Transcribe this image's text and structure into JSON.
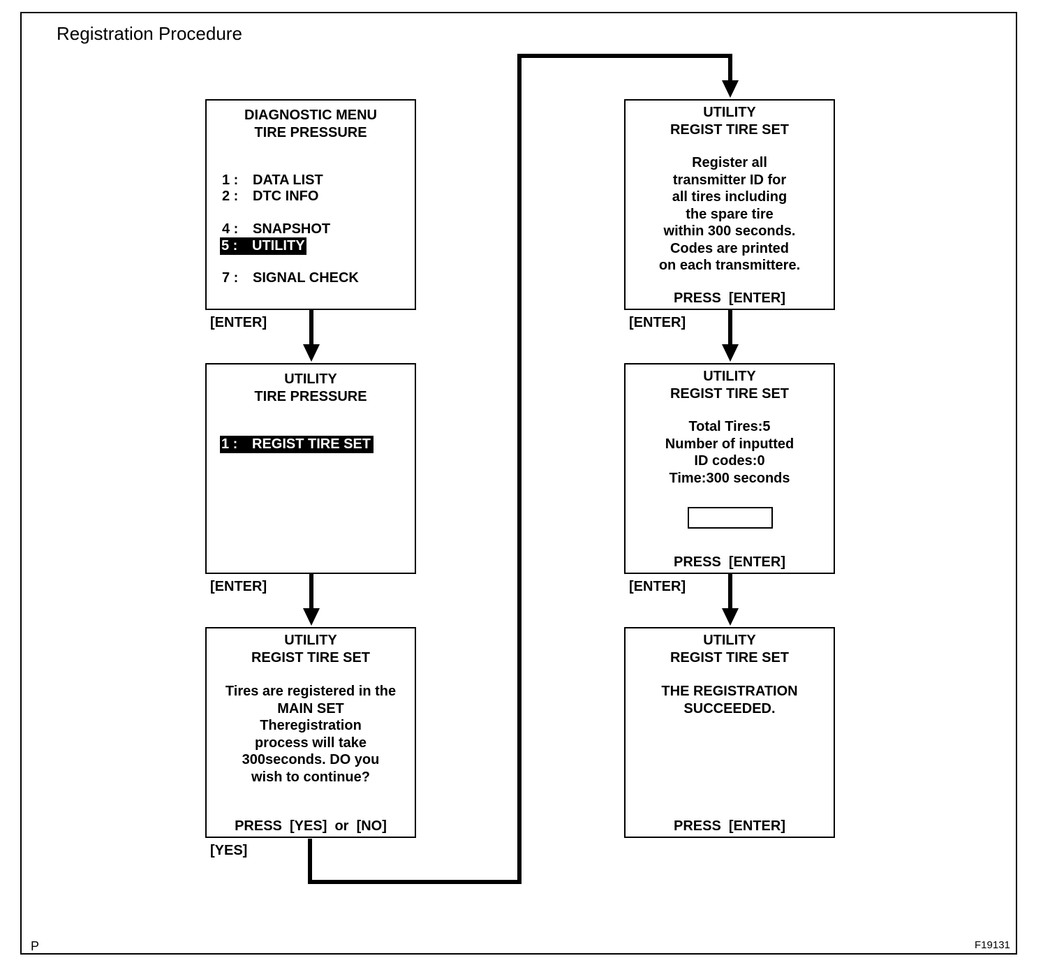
{
  "title": "Registration Procedure",
  "corner_left": "P",
  "corner_right": "F19131",
  "screens": {
    "diag_menu": {
      "header": [
        "DIAGNOSTIC MENU",
        "TIRE PRESSURE"
      ],
      "items": [
        {
          "num": "1 :",
          "label": "DATA LIST"
        },
        {
          "num": "2 :",
          "label": "DTC INFO"
        },
        {
          "num": "4 :",
          "label": "SNAPSHOT"
        },
        {
          "num": "5 :",
          "label": "UTILITY",
          "selected": true
        },
        {
          "num": "7 :",
          "label": "SIGNAL CHECK"
        }
      ]
    },
    "utility_menu": {
      "header": [
        "UTILITY",
        "TIRE PRESSURE"
      ],
      "items": [
        {
          "num": "1 :",
          "label": "REGIST TIRE SET",
          "selected": true
        }
      ]
    },
    "confirm": {
      "header": [
        "UTILITY",
        "REGIST TIRE SET"
      ],
      "body": [
        "Tires are registered in the",
        "MAIN SET",
        "Theregistration",
        "process will take",
        "300seconds. DO you",
        "wish to continue?"
      ],
      "footer": "PRESS  [YES]  or  [NO]"
    },
    "register_all": {
      "header": [
        "UTILITY",
        "REGIST TIRE SET"
      ],
      "body": [
        "Register all",
        "transmitter ID for",
        "all tires including",
        "the spare tire",
        "within 300 seconds.",
        "Codes are printed",
        "on each transmittere."
      ],
      "footer": "PRESS  [ENTER]"
    },
    "status": {
      "header": [
        "UTILITY",
        "REGIST TIRE SET"
      ],
      "body": [
        "Total Tires:5",
        "Number of inputted",
        "ID codes:0",
        "Time:300 seconds"
      ],
      "footer": "PRESS  [ENTER]"
    },
    "success": {
      "header": [
        "UTILITY",
        "REGIST TIRE SET"
      ],
      "body": [
        "THE REGISTRATION",
        "SUCCEEDED."
      ],
      "footer": "PRESS  [ENTER]"
    }
  },
  "key_labels": {
    "k1": "[ENTER]",
    "k2": "[ENTER]",
    "k3": "[YES]",
    "k4": "[ENTER]",
    "k5": "[ENTER]"
  }
}
